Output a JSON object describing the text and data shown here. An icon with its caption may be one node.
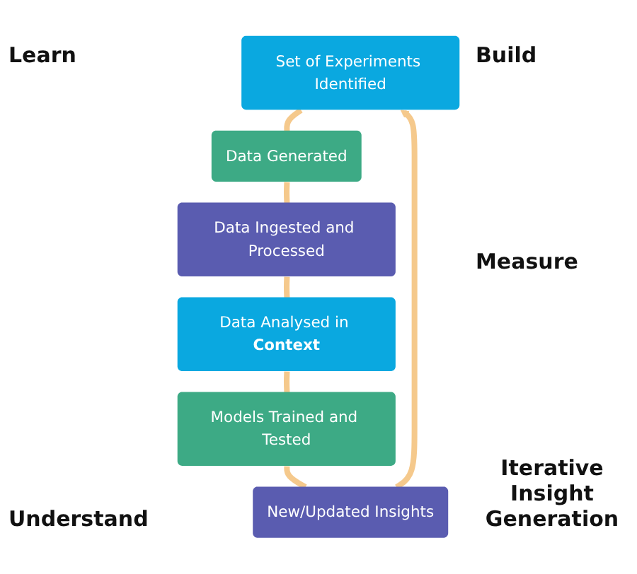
{
  "diagram": {
    "nodes": [
      {
        "text": [
          "Set of Experiments Identified"
        ]
      },
      {
        "text": [
          "Data Generated"
        ]
      },
      {
        "text": [
          "Data Ingested and Processed"
        ]
      },
      {
        "text": [
          "Data Analysed in **Context**"
        ]
      },
      {
        "text": [
          "Models Trained and Tested"
        ]
      },
      {
        "text": [
          "New/Updated Insights"
        ]
      }
    ],
    "edges": [
      {
        "from": 0,
        "to": 1,
        "arrow": "none"
      },
      {
        "from": 1,
        "to": 2,
        "arrow": "none"
      },
      {
        "from": 2,
        "to": 3,
        "arrow": "none"
      },
      {
        "from": 3,
        "to": 4,
        "arrow": "none"
      },
      {
        "from": 4,
        "to": 5,
        "arrow": "none"
      },
      {
        "from": 5,
        "to": 0,
        "arrow": "to"
      }
    ],
    "labels": [
      "Learn",
      "Build",
      "Iterative Insight Generation",
      "Understand",
      "Measure"
    ]
  }
}
